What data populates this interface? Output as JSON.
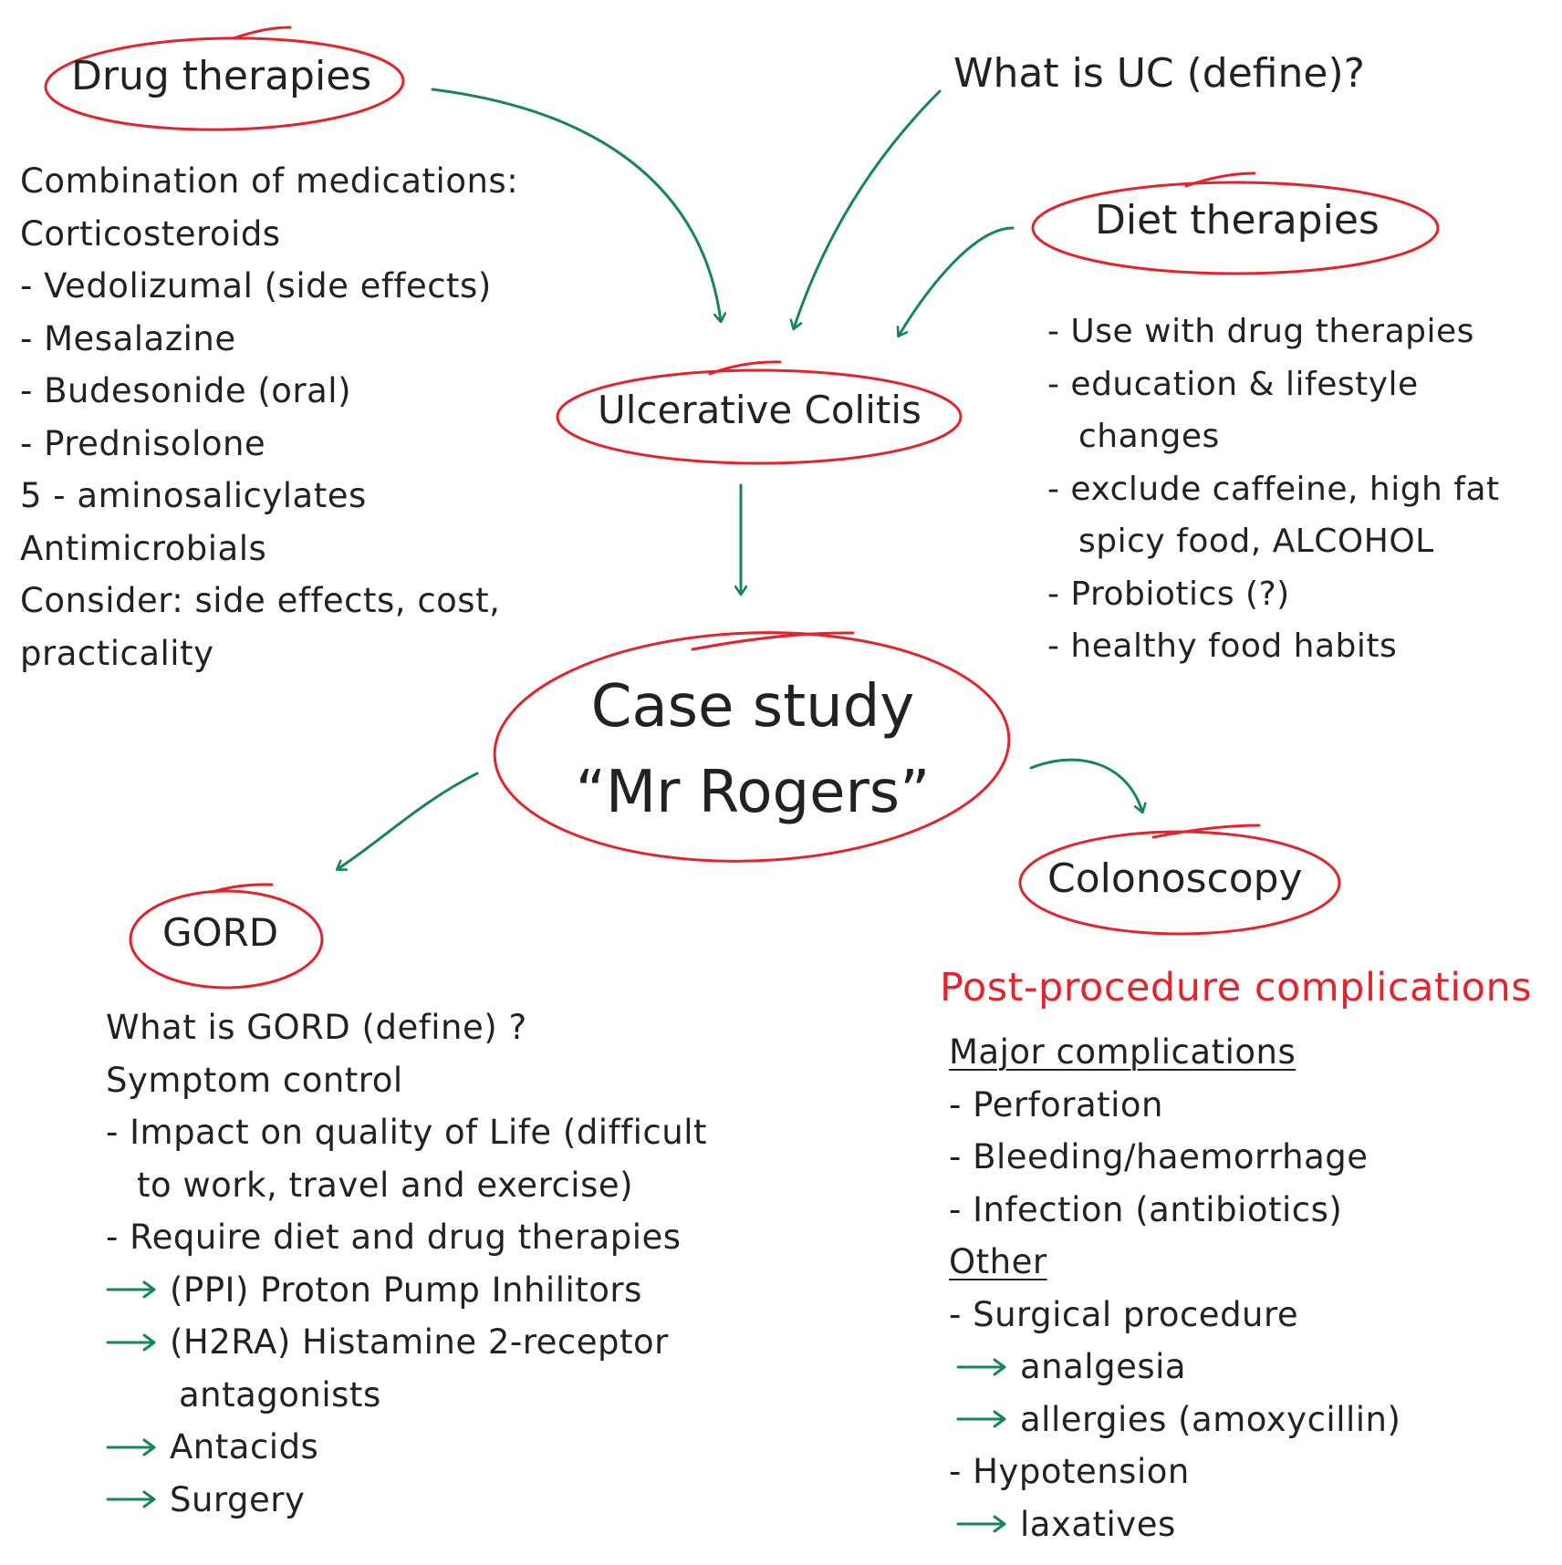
{
  "colors": {
    "ellipse": "#e2242c",
    "arrow": "#16855a",
    "text": "#222222",
    "heading_red": "#e2242c"
  },
  "nodes": {
    "drug": "Drug therapies",
    "uc_question": "What is UC (define)?",
    "diet": "Diet therapies",
    "uc": "Ulcerative Colitis",
    "case_line1": "Case study",
    "case_line2": "“Mr Rogers”",
    "gord": "GORD",
    "colonoscopy": "Colonoscopy"
  },
  "drug_list": [
    "Combination of medications:",
    "Corticosteroids",
    "- Vedolizumal (side effects)",
    "- Mesalazine",
    "- Budesonide (oral)",
    "- Prednisolone",
    "5 - aminosalicylates",
    "Antimicrobials",
    "Consider: side effects, cost,",
    "practicality"
  ],
  "diet_list": [
    "- Use with drug therapies",
    "- education & lifestyle",
    "changes",
    "- exclude caffeine, high fat",
    "spicy food, ALCOHOL",
    "- Probiotics (?)",
    "- healthy food habits"
  ],
  "gord_list": {
    "lines": [
      "What is GORD (define) ?",
      "Symptom control",
      "- Impact on quality of Life (difficult",
      "to work, travel and exercise)",
      "- Require diet and drug therapies"
    ],
    "arrow_items": [
      "(PPI) Proton Pump Inhilitors",
      "(H2RA) Histamine 2-receptor",
      "antagonists",
      "Antacids",
      "Surgery"
    ]
  },
  "colon_list": {
    "heading": "Post-procedure complications",
    "major_heading": "Major complications",
    "major": [
      "- Perforation",
      "- Bleeding/haemorrhage",
      "- Infection (antibiotics)"
    ],
    "other_heading": "Other",
    "other_surgical": "- Surgical procedure",
    "other_sub1": [
      "analgesia",
      "allergies (amoxycillin)"
    ],
    "other_hypo": "- Hypotension",
    "other_sub2": [
      "laxatives"
    ]
  }
}
